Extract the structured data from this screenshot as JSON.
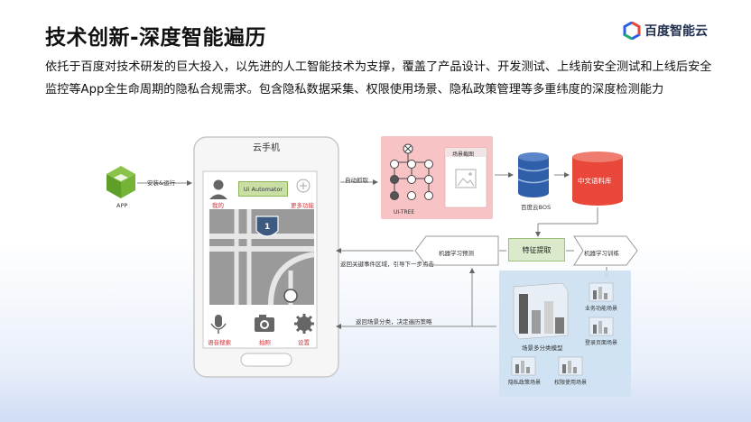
{
  "header": {
    "title": "技术创新-深度智能遍历",
    "logo_text": "百度智能云"
  },
  "description": "依托于百度对技术研发的巨大投入，以先进的人工智能技术为支撑，覆盖了产品设计、开发测试、上线前安全测试和上线后安全监控等App全生命周期的隐私合规需求。包含隐私数据采集、权限使用场景、隐私政策管理等多重纬度的深度检测能力",
  "diagram": {
    "app_label": "APP",
    "install_label": "安装&运行",
    "phone": {
      "title": "云手机",
      "my_label": "我的",
      "uiautomator": "Ui Automator",
      "more_label": "更多功能",
      "road_sign": "1",
      "voice_label": "语音搜索",
      "photo_label": "拍照",
      "settings_label": "设置"
    },
    "auto_capture": "自动抓取",
    "uitree_label": "UI-TREE",
    "scene_screenshot": "场景截图",
    "bos_label": "百度云BOS",
    "corpus_label": "中文语料库",
    "feature_extract": "特征提取",
    "ml_predict": "机器学习预测",
    "ml_train": "机器学习训练",
    "return_event": "返回关键事件区域，引导下一步点击",
    "return_class": "返回场景分类，决定遍历策略",
    "model_label": "场景多分类模型",
    "scene1": "业务功能场景",
    "scene2": "登录页面场景",
    "scene3": "隐私政策场景",
    "scene4": "权限使用场景",
    "colors": {
      "accent_red": "#d2343a",
      "uitree_bg": "#f7c3c5",
      "feature_green": "#dbeacb",
      "db_blue": "#2f5fa8",
      "db_orange": "#e8473a"
    }
  }
}
